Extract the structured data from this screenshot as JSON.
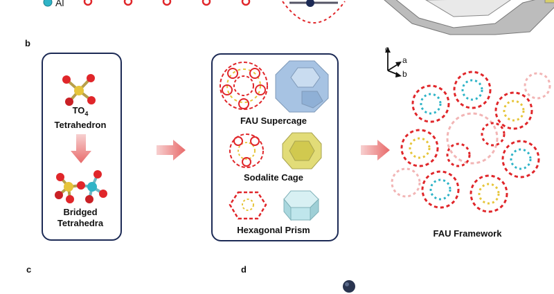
{
  "legend": {
    "al_label": "Al"
  },
  "panel_labels": {
    "b": "b",
    "c": "c",
    "d": "d"
  },
  "step1": {
    "to4_main": "TO",
    "to4_sub": "4",
    "to4_line2": "Tetrahedron",
    "bridged_line1": "Bridged",
    "bridged_line2": "Tetrahedra"
  },
  "step2": {
    "supercage": "FAU Supercage",
    "sodalite": "Sodalite Cage",
    "prism": "Hexagonal Prism"
  },
  "framework": {
    "caption": "FAU Framework",
    "axes": {
      "c": "c",
      "a": "a",
      "b": "b"
    }
  },
  "colors": {
    "panel_border": "#1c2a55",
    "oxygen": "#e0262a",
    "silicon": "#e6c53a",
    "aluminum": "#2fb4c7",
    "arrow": "#ef8f8f",
    "supercage_poly": "#a7c3e3",
    "sodalite_poly": "#e2dc78",
    "prism_poly": "#bfe6ec"
  }
}
